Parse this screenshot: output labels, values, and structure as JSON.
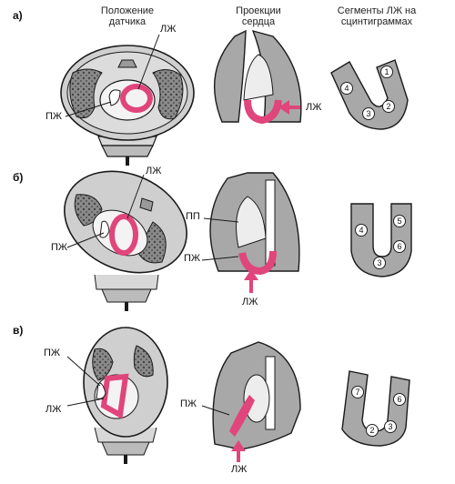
{
  "headers": {
    "probe": "Положение\nдатчика",
    "projection": "Проекции\nсердца",
    "segments": "Сегменты ЛЖ на\nсцинтиграммах"
  },
  "rows": [
    {
      "label": "а)",
      "lv": "ЛЖ",
      "rv": "ПЖ",
      "proj_lv": "ЛЖ",
      "segments": [
        "1",
        "2",
        "3",
        "4"
      ]
    },
    {
      "label": "б)",
      "lv": "ЛЖ",
      "rv": "ПЖ",
      "pp": "ПП",
      "proj_rv": "ПЖ",
      "proj_lv": "ЛЖ",
      "segments": [
        "4",
        "5",
        "6",
        "3"
      ]
    },
    {
      "label": "в)",
      "lv": "ЛЖ",
      "rv": "ПЖ",
      "proj_rv": "ПЖ",
      "proj_lv": "ЛЖ",
      "segments": [
        "7",
        "6",
        "2",
        "3"
      ]
    }
  ],
  "colors": {
    "myocardium": "#e0457b",
    "tissue": "#a8a8a8",
    "lung": "#777777",
    "outline": "#1a1a1a"
  }
}
